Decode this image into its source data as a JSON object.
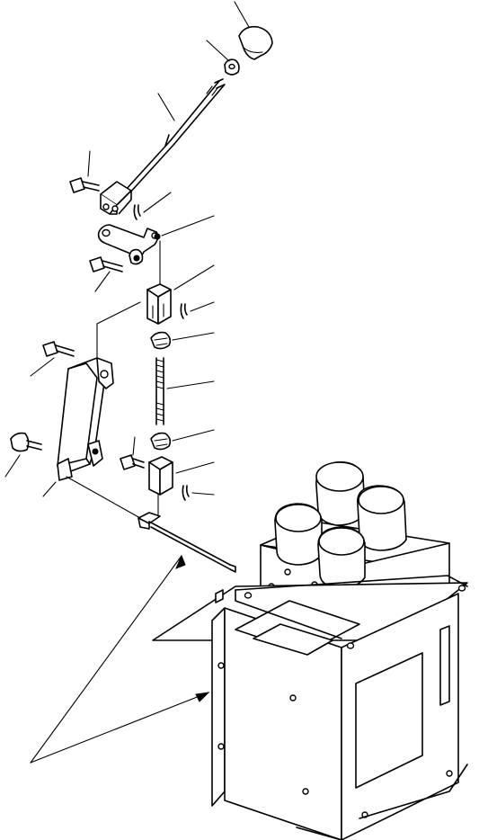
{
  "diagram": {
    "kind": "exploded parts diagram",
    "style": "black line art on white",
    "colors": {
      "line": "#000000",
      "background": "#ffffff"
    },
    "parts": [
      "knob",
      "nut",
      "control-lever-rod",
      "bolt",
      "cotter-pin",
      "link",
      "clevis",
      "lock-nut",
      "threaded-rod",
      "bracket",
      "flange-bolt",
      "spool-rod",
      "valve-block",
      "mounting-frame"
    ]
  }
}
